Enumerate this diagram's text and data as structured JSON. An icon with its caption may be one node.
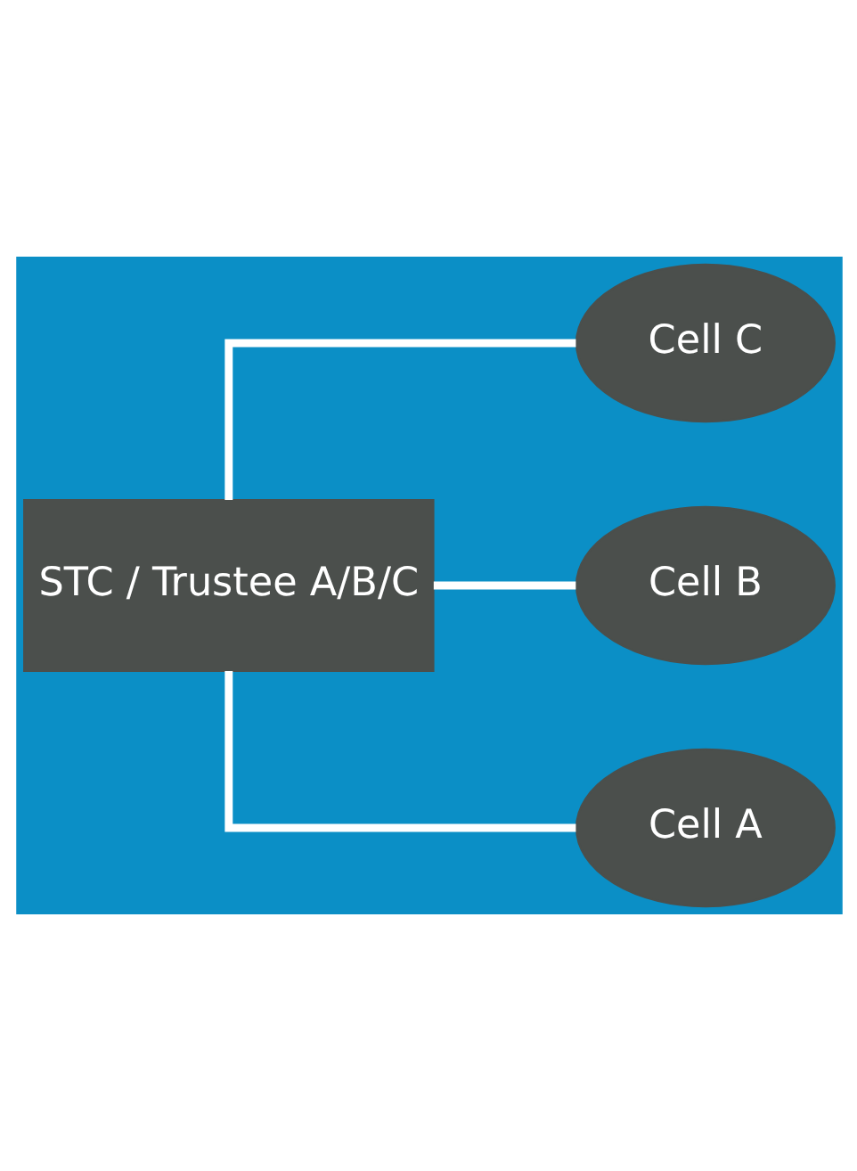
{
  "diagram": {
    "nodes": [
      {
        "text": [
          "STC / Trustee A/B/C"
        ]
      },
      {
        "text": [
          "Cell C"
        ]
      },
      {
        "text": [
          "Cell B"
        ]
      },
      {
        "text": [
          "Cell A"
        ]
      }
    ],
    "edges": [
      {
        "from": 0,
        "to": 1,
        "arrow": "none"
      },
      {
        "from": 0,
        "to": 2,
        "arrow": "none"
      },
      {
        "from": 0,
        "to": 3,
        "arrow": "none"
      }
    ]
  }
}
